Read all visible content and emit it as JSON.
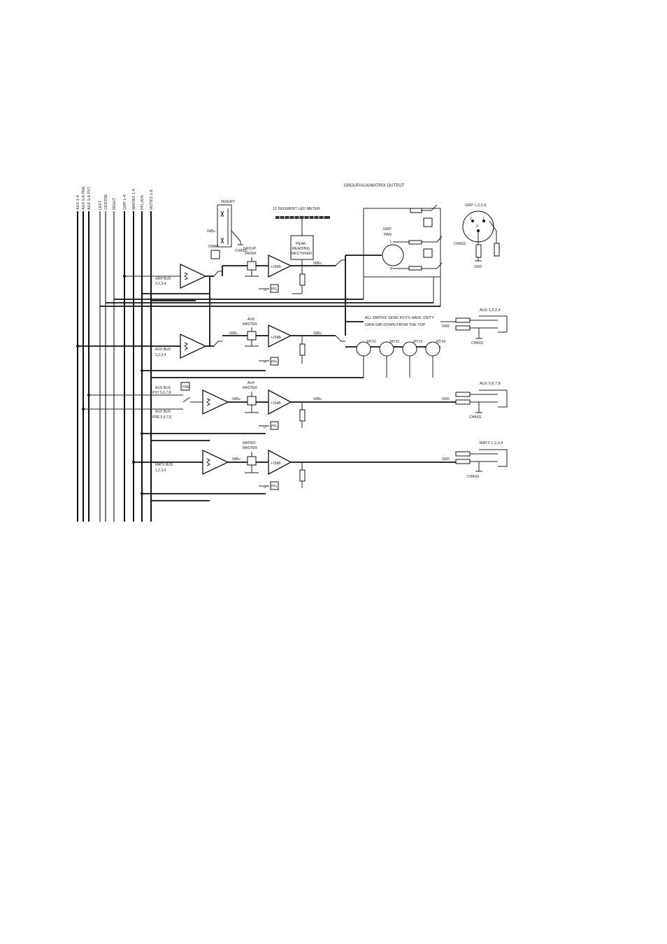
{
  "title": "GROUP/AUX/MATRIX OUTPUT",
  "buses": [
    "AUX 1-4",
    "AUX 5-8 PRE",
    "AUX 5-8 PST",
    "LEFT",
    "CENTRE",
    "RIGHT",
    "GRP 1-4",
    "MATRIX 1-4",
    "PFL/IEN",
    "MUTES 1-8"
  ],
  "labels": {
    "insert": "INSERT",
    "led_meter": "12 SEGMENT LED METER",
    "peak1": "PEAK",
    "peak2": "READING",
    "peak3": "RECTIFIER",
    "swap": "SWAP",
    "group_fader1": "GROUP",
    "group_fader2": "FADER",
    "chass_insert": "CHASS",
    "grp_bus1": "GRP BUS",
    "grp_bus2": "1,2,3,4",
    "grp_pan1": "GRP",
    "grp_pan2": "PAN",
    "pan_l": "L",
    "pan_r": "R",
    "grp_out": "GRP 1,2,3,4",
    "xlr_chass": "CHASS",
    "xlr_gnd": "GND",
    "pin1": "1",
    "pin2": "2",
    "pin3": "3",
    "aux_master1": "AUX",
    "aux_master2": "MASTER",
    "aux_bus1": "AUX BUS",
    "aux_bus2": "1,2,3,4",
    "note1": "ALL MATRIX SEND POTS HAVE UNITY",
    "note2": "GAIN 5dB DOWN FROM THE TOP",
    "aux14_out": "AUX 1,2,3,4",
    "gnd1": "GND",
    "chass1": "CHASS",
    "mtx1": "MTX1",
    "mtx2": "MTX2",
    "mtx3": "MTX3",
    "mtx4": "MTX4",
    "aux_bus_pst1": "AUX BUS",
    "aux_bus_pst2": "PST 5,6,7,8",
    "aux_bus_pre1": "AUX BUS",
    "aux_bus_pre2": "PRE 5,6,7,8",
    "pre": "PRE",
    "aux58_out": "AUX 5,6,7,8",
    "gnd2": "GND",
    "chass2": "CHASS",
    "matrix_master1": "MATRIX",
    "matrix_master2": "MASTER",
    "mtx_bus1": "MATX BUS",
    "mtx_bus2": "1,2,3,4",
    "mtx_out": "MATX 1,2,3,4",
    "gnd3": "GND",
    "chass3": "CHASS",
    "gain_plus10": "+10dB",
    "gain_plus15": "+15dB",
    "level_0dbu": "0dBu",
    "pfl": "PFL"
  }
}
